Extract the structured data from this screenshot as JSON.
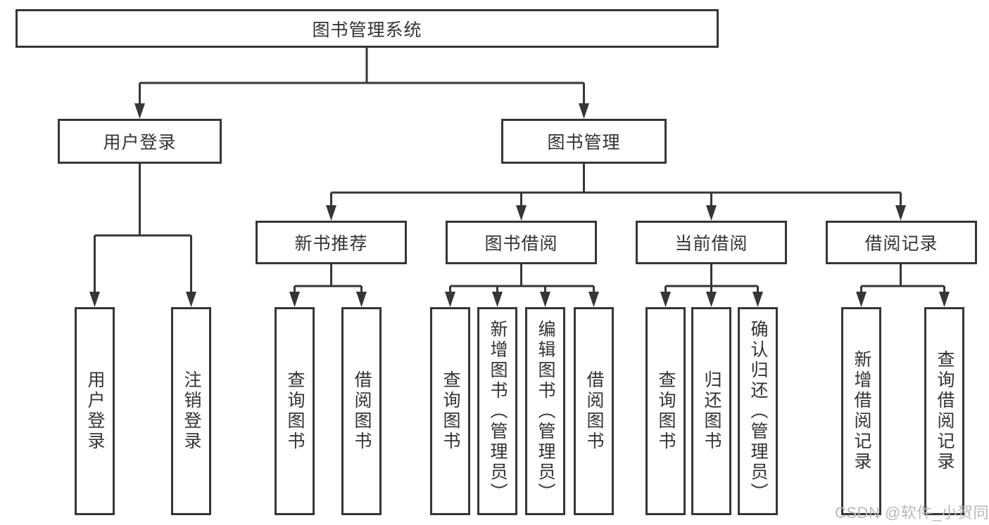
{
  "tree": {
    "root": "图书管理系统",
    "branches": [
      {
        "label": "用户登录",
        "leaves": [
          "用户登录",
          "注销登录"
        ]
      },
      {
        "label": "图书管理",
        "groups": [
          {
            "label": "新书推荐",
            "leaves": [
              "查询图书",
              "借阅图书"
            ]
          },
          {
            "label": "图书借阅",
            "leaves": [
              "查询图书",
              "新增图书（管理员）",
              "编辑图书（管理员）",
              "借阅图书"
            ]
          },
          {
            "label": "当前借阅",
            "leaves": [
              "查询图书",
              "归还图书",
              "确认归还（管理员）"
            ]
          },
          {
            "label": "借阅记录",
            "leaves": [
              "新增借阅记录",
              "查询借阅记录"
            ]
          }
        ]
      }
    ]
  },
  "watermark": {
    "text": "CSDN @软件_小贺同学",
    "color": "#b8b8b8"
  },
  "colors": {
    "line": "#363636",
    "box_border": "#363636",
    "text": "#333333",
    "background": "#ffffff"
  }
}
